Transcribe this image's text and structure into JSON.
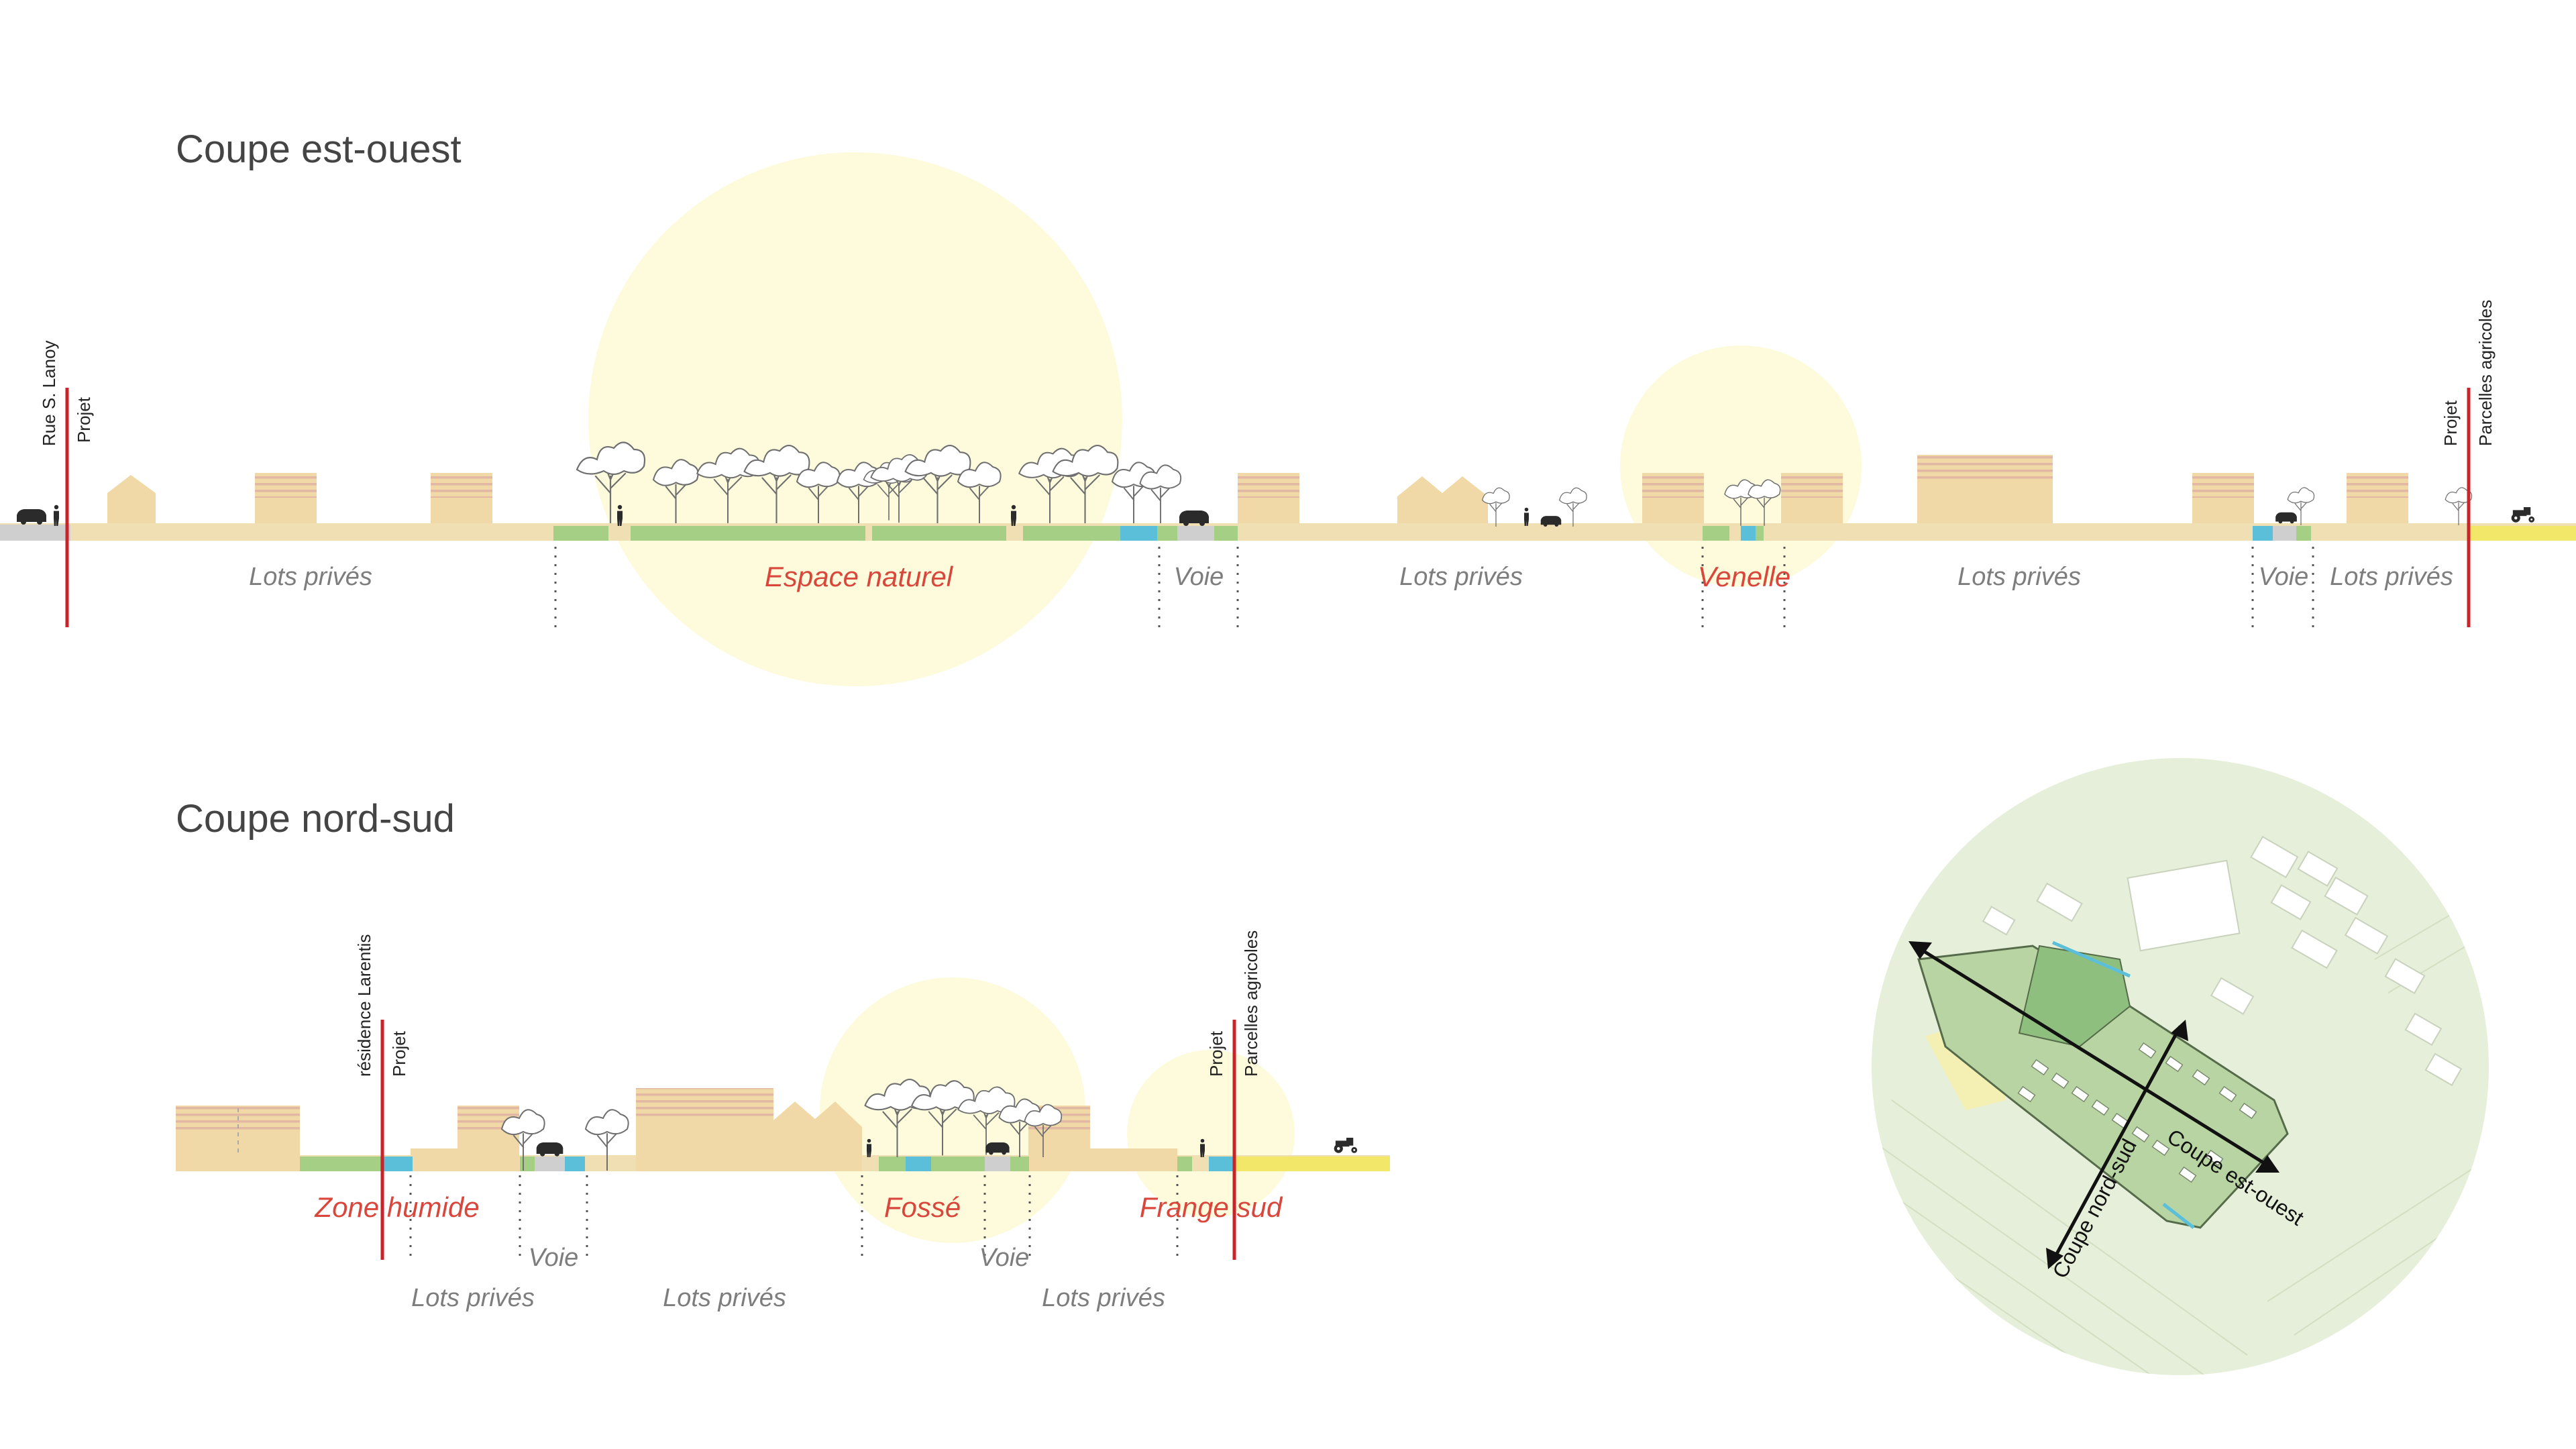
{
  "colors": {
    "ground": "#f0dfb3",
    "building": "#f0d9a6",
    "roof_stripe": "#e2b8a4",
    "grass": "#a6cf86",
    "water": "#5cbfd9",
    "road": "#cfcfcf",
    "agri": "#f3e769",
    "circle": "#fdfbdc",
    "red": "#c8242c",
    "tree": "#6f6f6f",
    "map_bg": "#e6efd9"
  },
  "section_ew": {
    "title": "Coupe est-ouest",
    "zones": {
      "lots1": "Lots privés",
      "espace": "Espace naturel",
      "voie1": "Voie",
      "lots2": "Lots privés",
      "venelle": "Venelle",
      "lots3": "Lots privés",
      "voie2": "Voie",
      "lots4": "Lots privés"
    },
    "markers": {
      "rue": "Rue S. Lanoy",
      "projet_left": "Projet",
      "projet_right": "Projet",
      "parcelles": "Parcelles agricoles"
    }
  },
  "section_ns": {
    "title": "Coupe nord-sud",
    "zones": {
      "zone_humide": "Zone humide",
      "voie1": "Voie",
      "lots1": "Lots privés",
      "lots2": "Lots privés",
      "fosse": "Fossé",
      "voie2": "Voie",
      "lots3": "Lots privés",
      "frange": "Frange sud"
    },
    "markers": {
      "residence": "résidence Larentis",
      "projet_left": "Projet",
      "projet_right": "Projet",
      "parcelles": "Parcelles agricoles"
    }
  },
  "key_map": {
    "ns_label": "Coupe nord-sud",
    "ew_label": "Coupe est-ouest"
  }
}
